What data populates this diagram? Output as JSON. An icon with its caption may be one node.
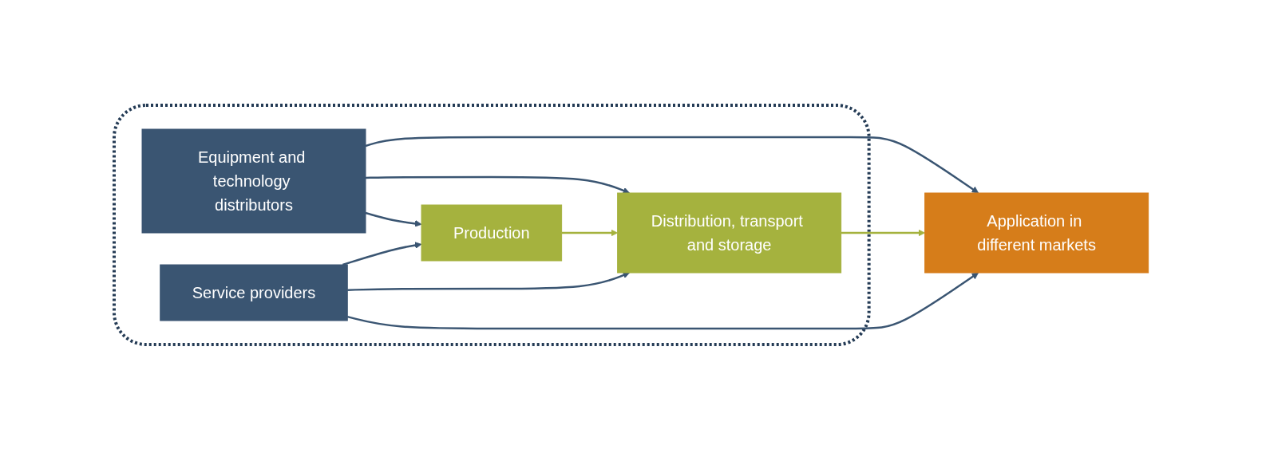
{
  "diagram": {
    "nodes": [
      {
        "text": [],
        "shape": "box"
      },
      {
        "text": [
          "Equipment and technology distributors"
        ],
        "in": 0
      },
      {
        "text": [
          "Service providers"
        ],
        "in": 0
      },
      {
        "text": [
          "Production"
        ],
        "in": 0
      },
      {
        "text": [
          "Distribution, transport and storage"
        ],
        "in": 0
      },
      {
        "text": [
          "Application in different markets"
        ]
      }
    ],
    "edges": [
      {
        "from": 1,
        "to": 5,
        "arrow": "to"
      },
      {
        "from": 1,
        "to": 4,
        "arrow": "to"
      },
      {
        "from": 1,
        "to": 3,
        "arrow": "to"
      },
      {
        "from": 2,
        "to": 3,
        "arrow": "to"
      },
      {
        "from": 2,
        "to": 4,
        "arrow": "to"
      },
      {
        "from": 2,
        "to": 5,
        "arrow": "to"
      },
      {
        "from": 3,
        "to": 4,
        "arrow": "to",
        "color": "#a5b23e"
      },
      {
        "from": 4,
        "to": 5,
        "arrow": "to",
        "color": "#a5b23e"
      }
    ]
  }
}
